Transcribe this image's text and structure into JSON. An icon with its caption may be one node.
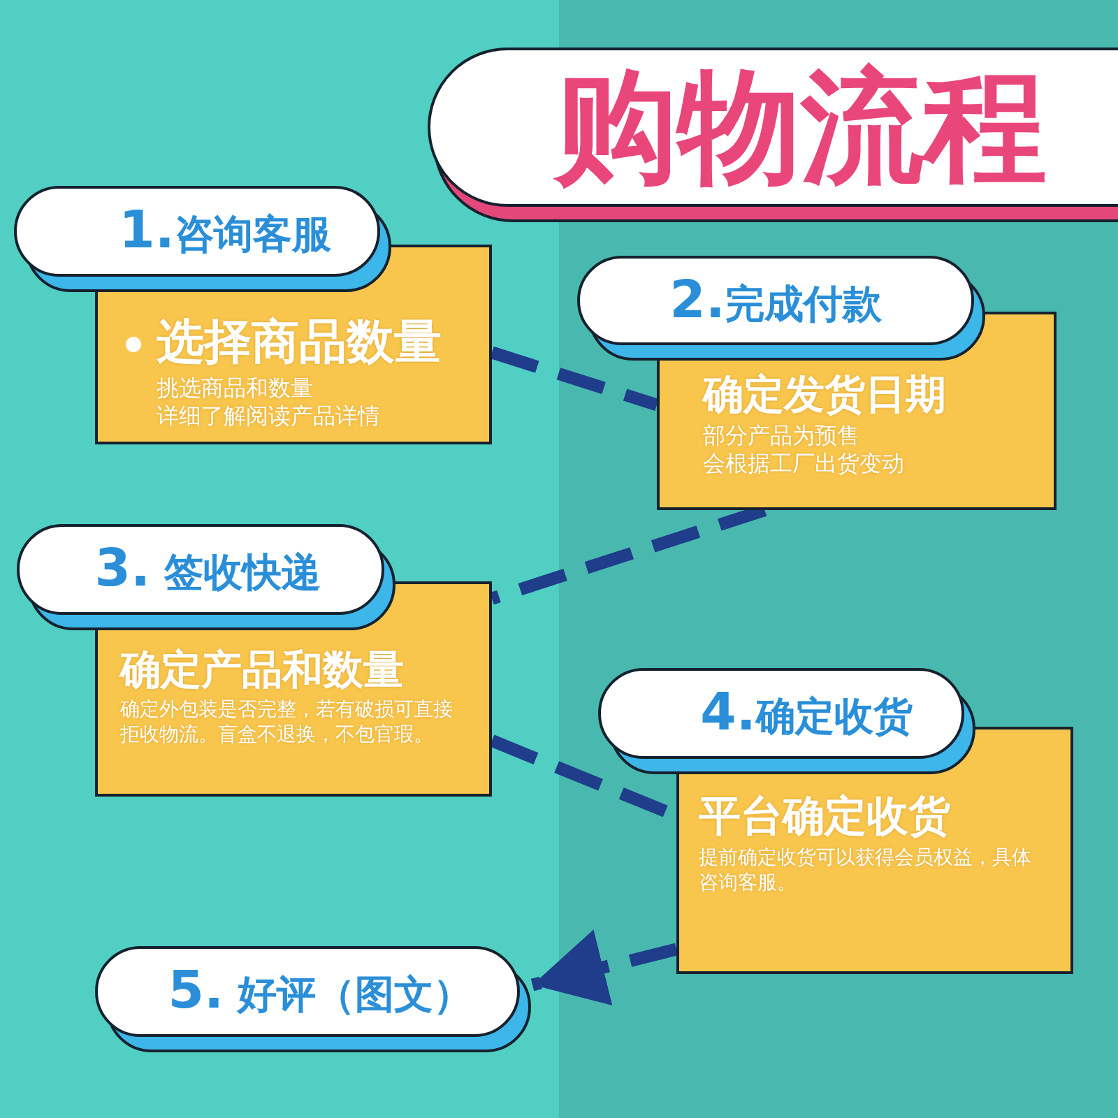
{
  "diagram": {
    "title": "购物流程",
    "nodes": [
      {
        "text": [
          "**1.**咨询客服"
        ]
      },
      {
        "text": [
          "选择商品数量",
          "挑选商品和数量",
          "详细了解阅读产品详情"
        ]
      },
      {
        "text": [
          "**2.**完成付款"
        ]
      },
      {
        "text": [
          "确定发货日期",
          "部分产品为预售",
          "会根据工厂出货变动"
        ]
      },
      {
        "text": [
          "**3.** 签收快递"
        ]
      },
      {
        "text": [
          "确定产品和数量",
          "确定外包装是否完整，若有破损可直接拒收物流。盲盒不退换，不包官瑕。"
        ]
      },
      {
        "text": [
          "**4.**确定收货"
        ]
      },
      {
        "text": [
          "平台确定收货",
          "提前确定收货可以获得会员权益，具体咨询客服。"
        ]
      },
      {
        "text": [
          "**5.** 好评（图文）"
        ]
      }
    ],
    "edges": [
      {
        "from": 1,
        "to": 3,
        "arrow": "none",
        "style": "dashed"
      },
      {
        "from": 3,
        "to": 5,
        "arrow": "none",
        "style": "dashed"
      },
      {
        "from": 5,
        "to": 7,
        "arrow": "none",
        "style": "dashed"
      },
      {
        "from": 7,
        "to": 8,
        "arrow": "to",
        "style": "dashed"
      }
    ]
  }
}
